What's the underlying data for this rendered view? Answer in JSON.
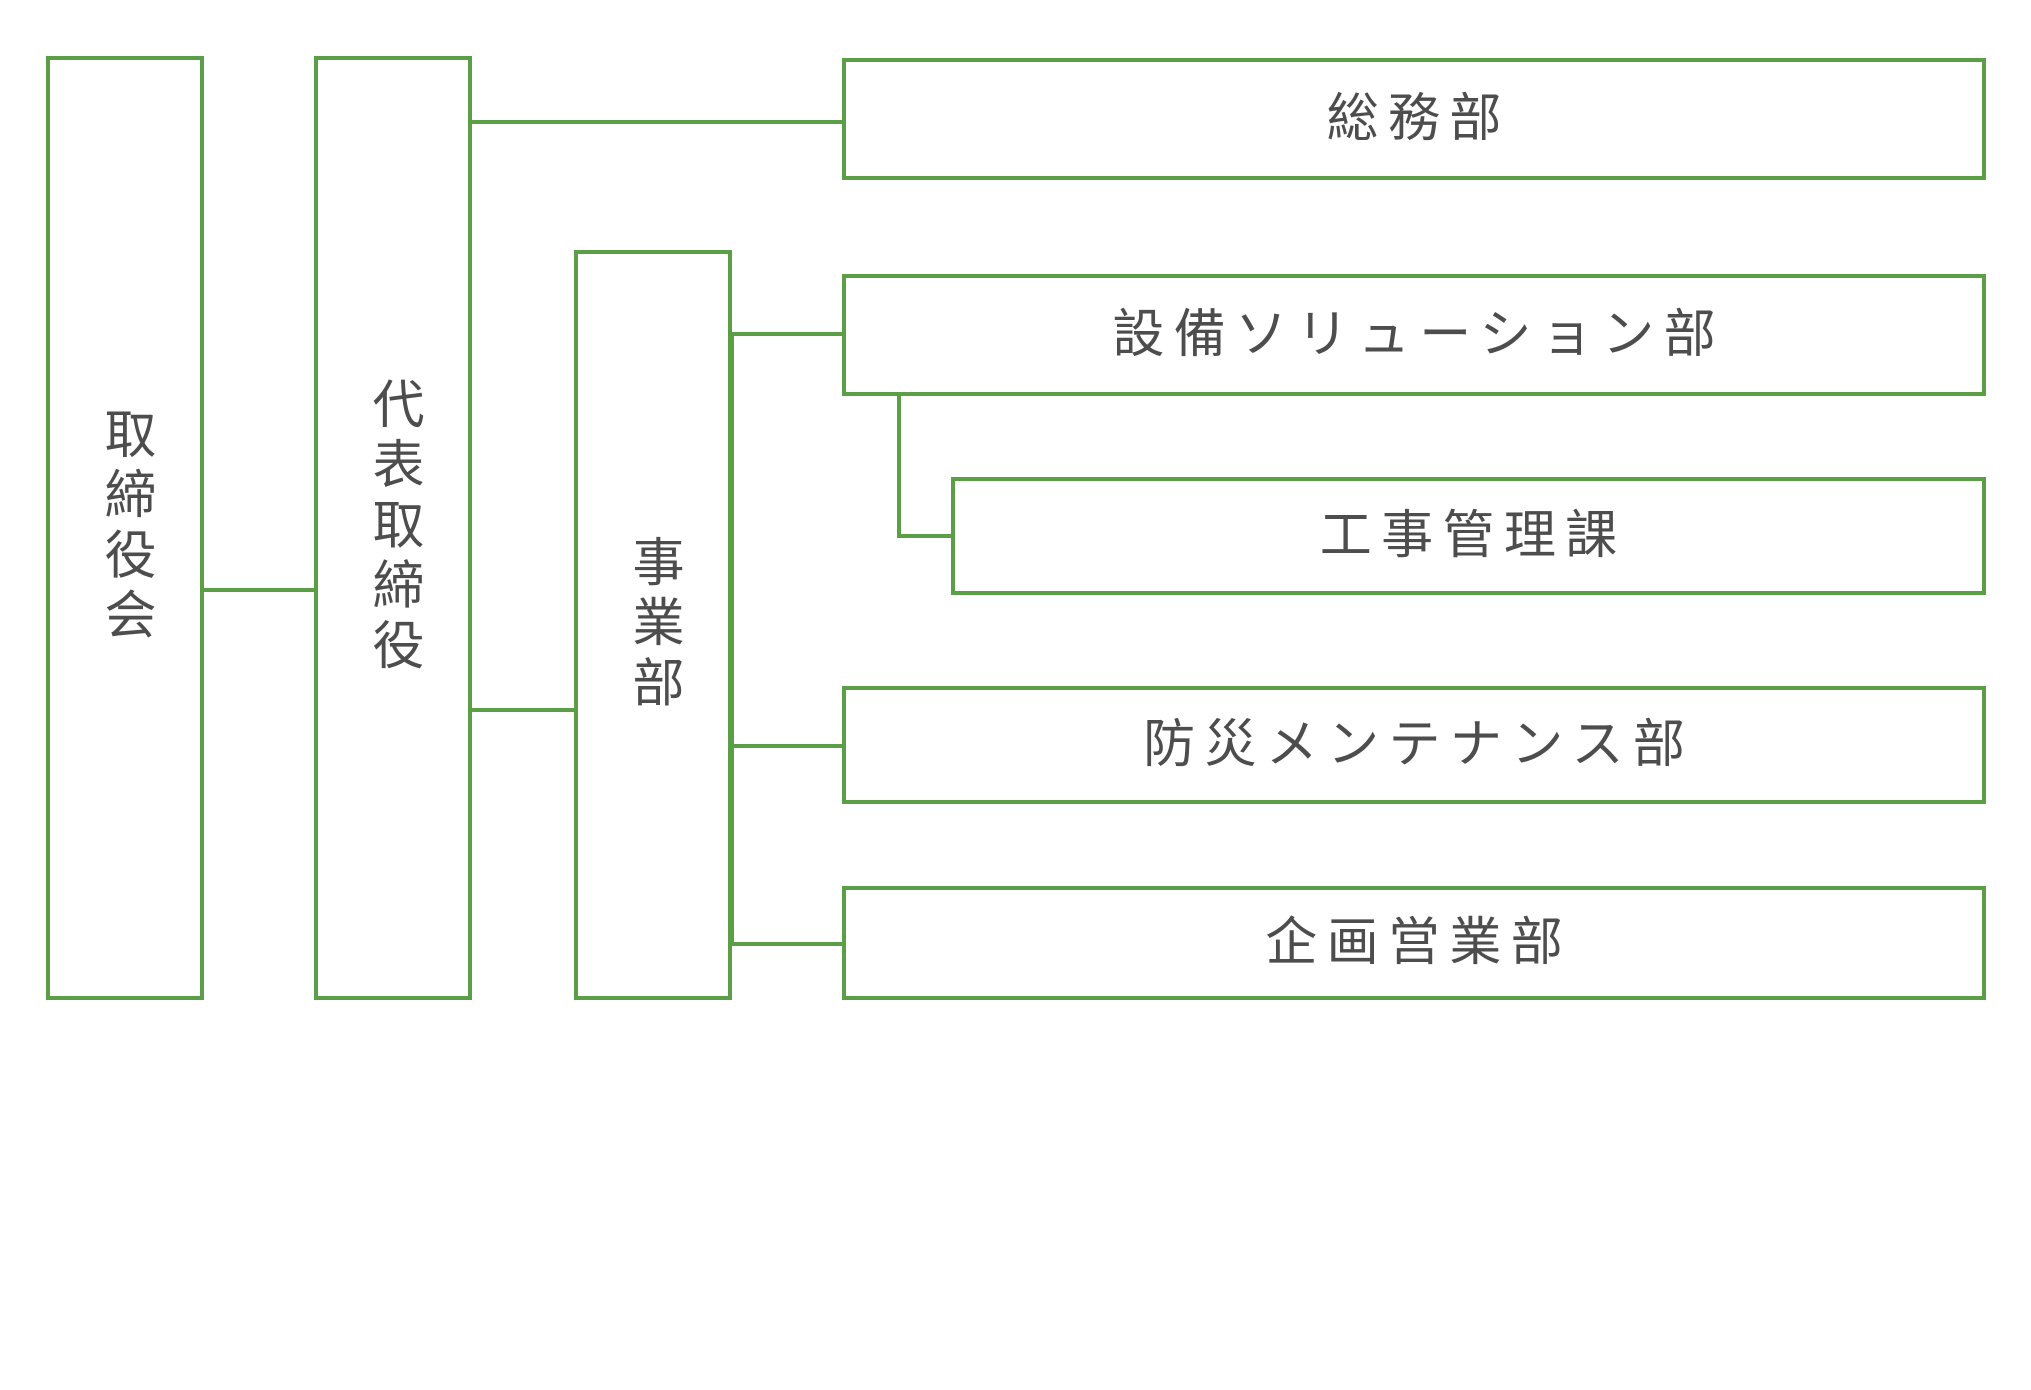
{
  "diagram": {
    "type": "organization-chart",
    "title": "",
    "colors": {
      "line": "#5a9e46",
      "text": "#4d4d4d",
      "background": "#ffffff"
    },
    "nodes": {
      "board": {
        "label": "取締役会",
        "orientation": "vertical",
        "level": 1
      },
      "ceo": {
        "label": "代表取締役",
        "orientation": "vertical",
        "level": 2
      },
      "division": {
        "label": "事業部",
        "orientation": "vertical",
        "level": 3
      },
      "general_affairs": {
        "label": "総務部",
        "orientation": "horizontal",
        "level": 3
      },
      "facility_solution": {
        "label": "設備ソリューション部",
        "orientation": "horizontal",
        "level": 4
      },
      "construction_mgmt": {
        "label": "工事管理課",
        "orientation": "horizontal",
        "level": 5
      },
      "disaster_maintenance": {
        "label": "防災メンテナンス部",
        "orientation": "horizontal",
        "level": 4
      },
      "planning_sales": {
        "label": "企画営業部",
        "orientation": "horizontal",
        "level": 4
      }
    },
    "edges": [
      {
        "from": "board",
        "to": "ceo"
      },
      {
        "from": "ceo",
        "to": "general_affairs"
      },
      {
        "from": "ceo",
        "to": "division"
      },
      {
        "from": "division",
        "to": "facility_solution"
      },
      {
        "from": "division",
        "to": "disaster_maintenance"
      },
      {
        "from": "division",
        "to": "planning_sales"
      },
      {
        "from": "facility_solution",
        "to": "construction_mgmt"
      }
    ]
  }
}
